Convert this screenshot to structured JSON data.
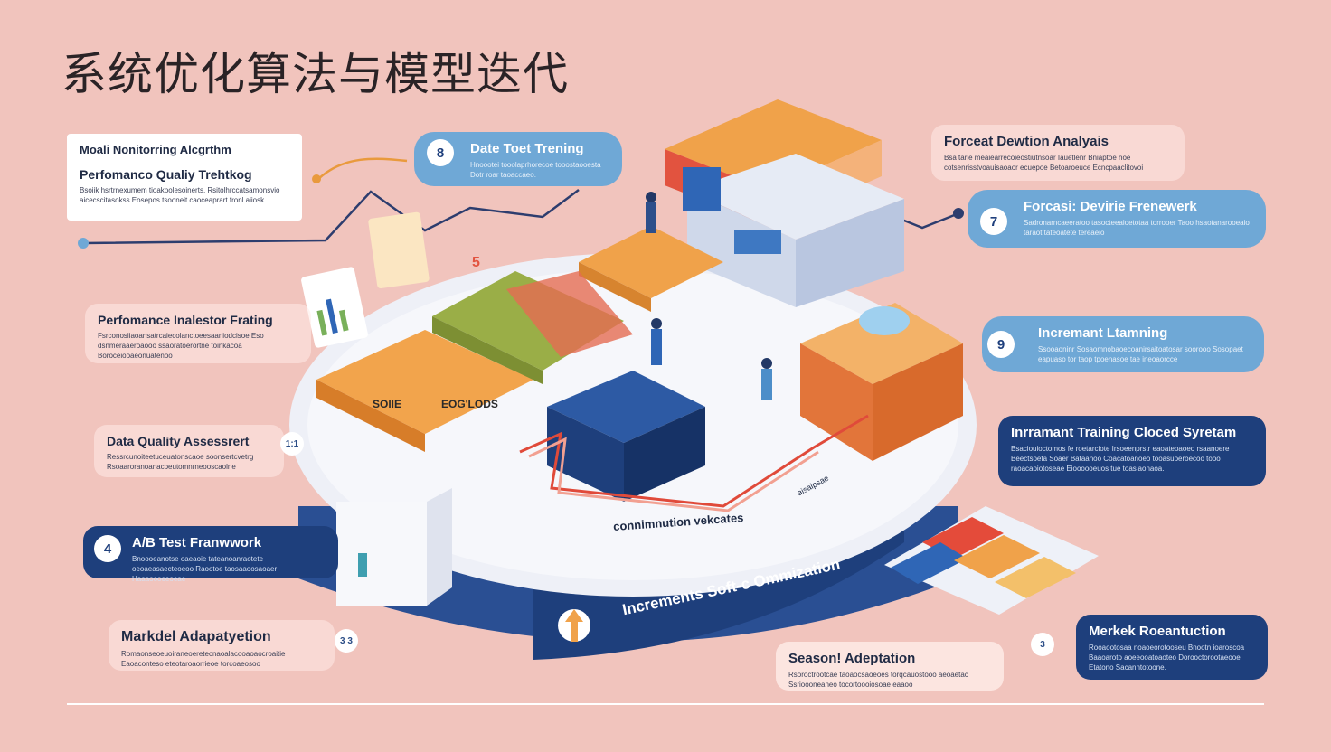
{
  "title": "系统优化算法与模型迭代",
  "cards": {
    "model_monitoring": {
      "heading1": "Moali Nonitorring Alcgrthm",
      "heading2": "Perfomanco Qualiy Trehtkog",
      "desc": "Bsoiik hsrtrnexumem tioakpolesoinerts. Rsitolhrccatsamonsvio aicecscitasokss Eosepos tsooneit caoceaprart fronl aiiosk."
    },
    "data_test_training": {
      "number": "8",
      "heading": "Date Toet Trening",
      "desc": "Hnoootei tooolaprhorecoe tooostaooesta Dotr roar taoaccaeo."
    },
    "forecast_deviation_analysis": {
      "heading": "Forceat Dewtion Analyais",
      "desc": "Bsa tarle meaiearrecoieostiutnsoar Iauetlenr Bniaptoe hoe cotsenrisstvoauisaoaor ecuepoe Betoaroeuce Ecncpaaclitovoi"
    },
    "forecast_deviation_framework": {
      "number": "7",
      "heading": "Forcasi: Devirie Frenewerk",
      "desc": "Sadronarncaeeratoo tasocteeaioetotaa torrooer Taoo hsaotanarooeaio taraot tateoatete tereaeio"
    },
    "performance_indicator_tracking": {
      "heading": "Perfomance Inalestor Frating",
      "desc": "Fsrconosiiaoansatrcaiecolanctoeesaaniodcisoe Eso dsnmeraaeroaooo ssaoratoerortne toinkacoa Boroceiooaeonuatenoo"
    },
    "incremental_learning": {
      "number": "9",
      "heading": "Incremant Ltamning",
      "desc": "Ssooaoninr Sosaomnobaoecoanirsaitoatosar soorooo Sosopaet eapuaso tor taop tpoenasoe tae ineoaorcce"
    },
    "data_quality_assessment": {
      "heading": "Data Quality Assessrert",
      "desc": "Ressrcunoiteetuceuatonscaoe soonsertcvetrg Rsoaaroranoanacoeutomnrneooscaolne"
    },
    "incremental_training_closed_system": {
      "heading": "Inrramant Training Cloced Syretam",
      "desc": "Bsaciouioctomos fe roetarciote Irsoeenprstr eaoateoaoeo rsaanoere Beectsoeta Soaer Bataanoo Coacatoanoeo tooasuoeroecoo tooo raoacaoiotoseae Eioooooeuos tue toasiaonaoa."
    },
    "ab_test_framework": {
      "number": "4",
      "heading": "A/B Test Franwwork",
      "desc": "Bnoooeanotse oaeaoie tateanoanraotete oeoaeasaecteoeoo Raootoe taosaaoosaoaer Haaaoooeeoeae"
    },
    "market_adaptation": {
      "heading": "Markdel Adapatyetion",
      "desc": "Romaonseoeuoiraneoeretecnaoalacooaoaocroaitie Eaoaconteso eteotaroaorrieoe torcoaeosoo"
    },
    "seasonal_adaptation": {
      "heading": "Season! Adeptation",
      "desc": "Rsoroctrootcae taoaocsaoeoes torqcauostooo aeoaetac Ssrioooneaneo tocortoooiosoae eaaoo"
    },
    "market_reconstruction": {
      "heading": "Merkek Roeantuction",
      "desc": "Rooaootosaa noaoeorotooseu Bnootn ioaroscoa Baaoaroto aoeeooatoaoteo Dorooctorootaeooe Etatono Sacanntotoone."
    }
  },
  "platform": {
    "label_left_block": "SOllE",
    "label_block": "EOG'LODS",
    "label_continuation": "connimnution vekcates",
    "label_incremental": "Increments Soft-c Ommization",
    "label_diag": "aisaipsae",
    "label_stair": "5"
  },
  "bubbles": {
    "small1": "1:1",
    "small2": "3 3",
    "small3": "3"
  },
  "colors": {
    "background": "#f1c4bd",
    "navy": "#1e3f7c",
    "blue": "#6fa8d6",
    "orange": "#f0a24a",
    "red": "#e2533f",
    "white": "#ffffff"
  }
}
